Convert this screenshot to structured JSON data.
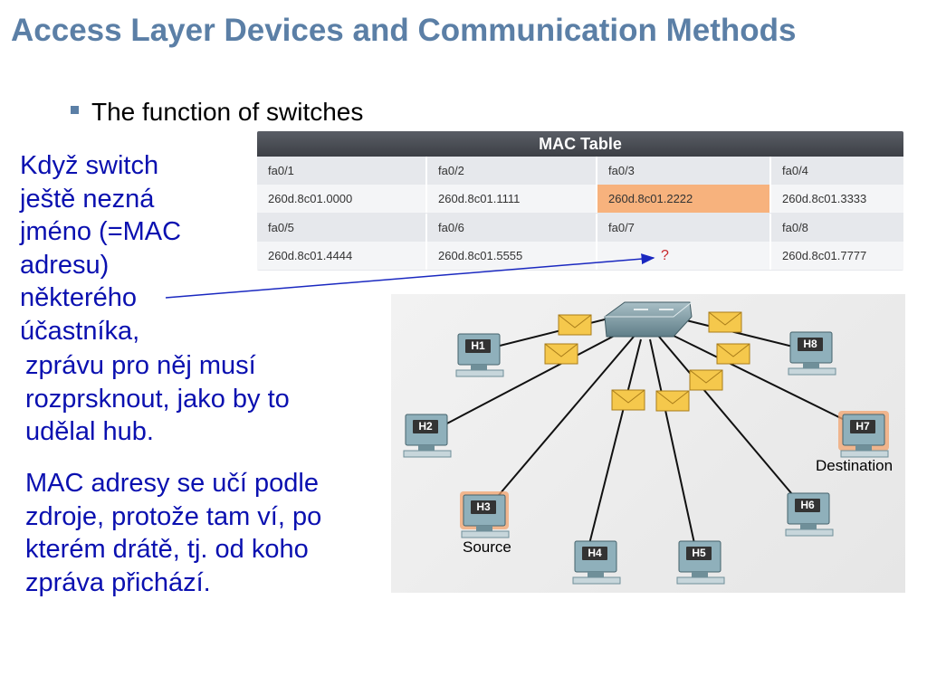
{
  "title": "Access Layer Devices and Communication Methods",
  "bullet": "The function of switches",
  "text_block_1": [
    "Když switch",
    "ještě nezná",
    "jméno (=MAC",
    "adresu)",
    "některého",
    "účastníka,"
  ],
  "text_block_2": [
    "zprávu pro něj musí",
    "rozprsknout, jako by to",
    "udělal hub."
  ],
  "text_block_3": [
    "MAC adresy se učí podle",
    "zdroje, protože tam ví, po",
    "kterém drátě, tj. od koho",
    "zpráva přichází."
  ],
  "mac_table": {
    "title": "MAC Table",
    "rows": [
      [
        "fa0/1",
        "fa0/2",
        "fa0/3",
        "fa0/4"
      ],
      [
        "260d.8c01.0000",
        "260d.8c01.1111",
        "260d.8c01.2222",
        "260d.8c01.3333"
      ],
      [
        "fa0/5",
        "fa0/6",
        "fa0/7",
        "fa0/8"
      ],
      [
        "260d.8c01.4444",
        "260d.8c01.5555",
        "?",
        "260d.8c01.7777"
      ]
    ],
    "highlight_color": "#f7b27d"
  },
  "hosts": [
    "H1",
    "H2",
    "H3",
    "H4",
    "H5",
    "H6",
    "H7",
    "H8"
  ],
  "source_label": "Source",
  "destination_label": "Destination",
  "colors": {
    "title": "#5b7fa6",
    "body_text": "#0a10b0",
    "envelope": "#f5c84c",
    "host_glow": "#e8772e"
  }
}
